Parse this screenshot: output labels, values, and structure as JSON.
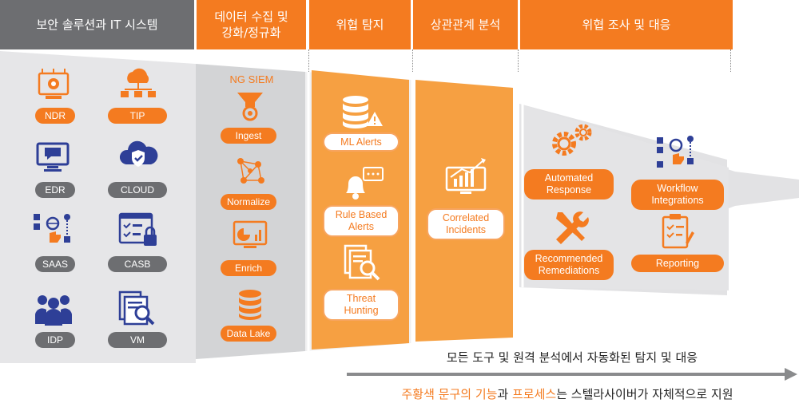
{
  "headers": {
    "security_solutions": "보안 솔루션과 IT 시스템",
    "data_collection_line1": "데이터 수집 및",
    "data_collection_line2": "강화/정규화",
    "threat_detection": "위협 탐지",
    "correlation": "상관관계 분석",
    "investigation": "위협 조사 및 대응"
  },
  "solutions": [
    {
      "label": "NDR",
      "icon": "network-gear-icon"
    },
    {
      "label": "TIP",
      "icon": "cloud-network-icon"
    },
    {
      "label": "EDR",
      "icon": "monitor-chat-icon"
    },
    {
      "label": "CLOUD",
      "icon": "cloud-shield-icon"
    },
    {
      "label": "SAAS",
      "icon": "app-network-icon"
    },
    {
      "label": "CASB",
      "icon": "checklist-lock-icon"
    },
    {
      "label": "IDP",
      "icon": "users-group-icon"
    },
    {
      "label": "VM",
      "icon": "document-search-icon"
    }
  ],
  "siem": {
    "title": "NG SIEM",
    "steps": [
      {
        "label": "Ingest",
        "icon": "funnel-gear-icon"
      },
      {
        "label": "Normalize",
        "icon": "network-nodes-icon"
      },
      {
        "label": "Enrich",
        "icon": "dashboard-chart-icon"
      },
      {
        "label": "Data Lake",
        "icon": "database-icon"
      }
    ]
  },
  "detection": [
    {
      "label": "ML Alerts",
      "icon": "database-alert-icon"
    },
    {
      "label_line1": "Rule Based",
      "label_line2": "Alerts",
      "icon": "bell-chat-icon"
    },
    {
      "label_line1": "Threat",
      "label_line2": "Hunting",
      "icon": "document-magnifier-icon"
    }
  ],
  "correlation": {
    "label_line1": "Correlated",
    "label_line2": "Incidents",
    "icon": "monitor-chart-icon"
  },
  "response": [
    {
      "label_line1": "Automated",
      "label_line2": "Response",
      "icon": "gears-icon"
    },
    {
      "label_line1": "Workflow",
      "label_line2": "Integrations",
      "icon": "workflow-icon"
    },
    {
      "label_line1": "Recommended",
      "label_line2": "Remediations",
      "icon": "tools-icon"
    },
    {
      "label": "Reporting",
      "icon": "clipboard-icon"
    }
  ],
  "footer": {
    "arrow_caption": "모든 도구 및 원격 분석에서 자동화된 탐지 및 대응",
    "note_orange1": "주황색 문구의 기능",
    "note_black1": "과 ",
    "note_orange2": "프로세스",
    "note_black2": "는 스텔라사이버가 자체적으로 지원"
  },
  "colors": {
    "orange": "#f47b20",
    "gray": "#6d6e71",
    "light_gray": "#d9d9db",
    "icon_blue": "#2e3f97"
  }
}
